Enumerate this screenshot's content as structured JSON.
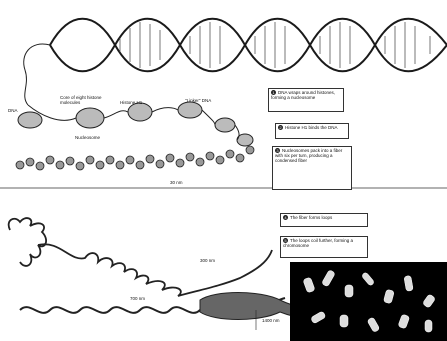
{
  "labels": {
    "dna": "DNA",
    "core_of_eight": "Core of eight histone molecules",
    "histone_h1": "Histone H1",
    "linker_dna": "\"Linker\" DNA",
    "nucleosome": "Nucleosome",
    "fiber_30nm": "30 nm",
    "fiber_300nm": "300 nm",
    "fiber_700nm": "700 nm",
    "chromatid_1400nm": "1400 nm"
  },
  "steps": [
    {
      "n": "1",
      "text": "DNA wraps around histones, forming a nucleosome"
    },
    {
      "n": "2",
      "text": "Histone H1 binds the DNA"
    },
    {
      "n": "3",
      "text": "Nucleosomes pack into a fiber with six per turn, producing a condensed fiber"
    },
    {
      "n": "4",
      "text": "The fiber forms loops"
    },
    {
      "n": "5",
      "text": "The loops coil further, forming a chromosome"
    }
  ],
  "colors": {
    "ink": "#1a1a1a",
    "panel": "#000000",
    "paper": "#ffffff"
  }
}
